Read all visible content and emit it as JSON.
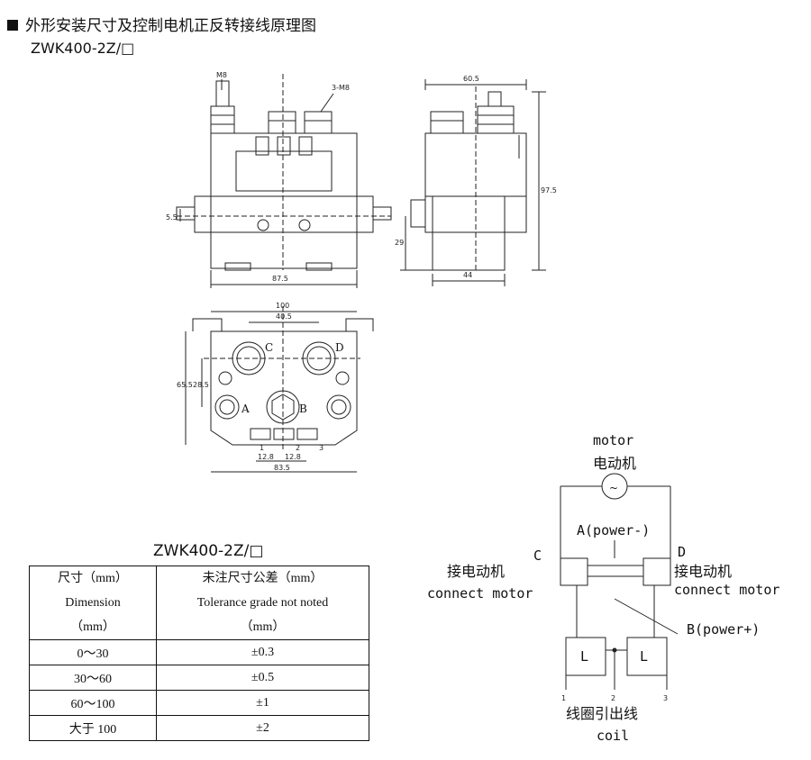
{
  "header": {
    "title": "外形安装尺寸及控制电机正反转接线原理图",
    "model": "ZWK400-2Z/□"
  },
  "drawing": {
    "front": {
      "stud_label": "M8",
      "terminals_label": "3-M8",
      "dim_height": "5.5",
      "dim_width": "87.5"
    },
    "side": {
      "dim_width": "60.5",
      "dim_height": "97.5",
      "dim_lower": "29",
      "dim_base": "44"
    },
    "bottom": {
      "dim_total": "100",
      "dim_center": "40.5",
      "dim_outer_h": "65.5",
      "dim_inner_h": "28.5",
      "dim_pitch1": "12.8",
      "dim_pitch2": "12.8",
      "dim_base": "83.5",
      "terminal_c": "C",
      "terminal_d": "D",
      "terminal_a": "A",
      "terminal_b": "B",
      "pin1": "1",
      "pin2": "2",
      "pin3": "3"
    }
  },
  "table": {
    "title": "ZWK400-2Z/□",
    "head_col1": [
      "尺寸（mm）",
      "Dimension",
      "（mm）"
    ],
    "head_col2": [
      "未注尺寸公差（mm）",
      "Tolerance grade not noted",
      "（mm）"
    ],
    "rows": [
      {
        "range": "0～30",
        "tol": "±0.3"
      },
      {
        "range": "30～60",
        "tol": "±0.5"
      },
      {
        "range": "60～100",
        "tol": "±1"
      },
      {
        "range": "大于 100",
        "tol": "±2"
      }
    ]
  },
  "schematic": {
    "motor_en": "motor",
    "motor_cn": "电动机",
    "motor_symbol": "~",
    "a_label": "A(power-)",
    "b_label": "B(power+)",
    "c_letter": "C",
    "d_letter": "D",
    "c_cn": "接电动机",
    "c_en": "connect motor",
    "d_cn": "接电动机",
    "d_en": "connect motor",
    "coil_l1": "L",
    "coil_l2": "L",
    "pin1": "1",
    "pin2": "2",
    "pin3": "3",
    "coil_cn": "线圈引出线",
    "coil_en": "coil"
  }
}
